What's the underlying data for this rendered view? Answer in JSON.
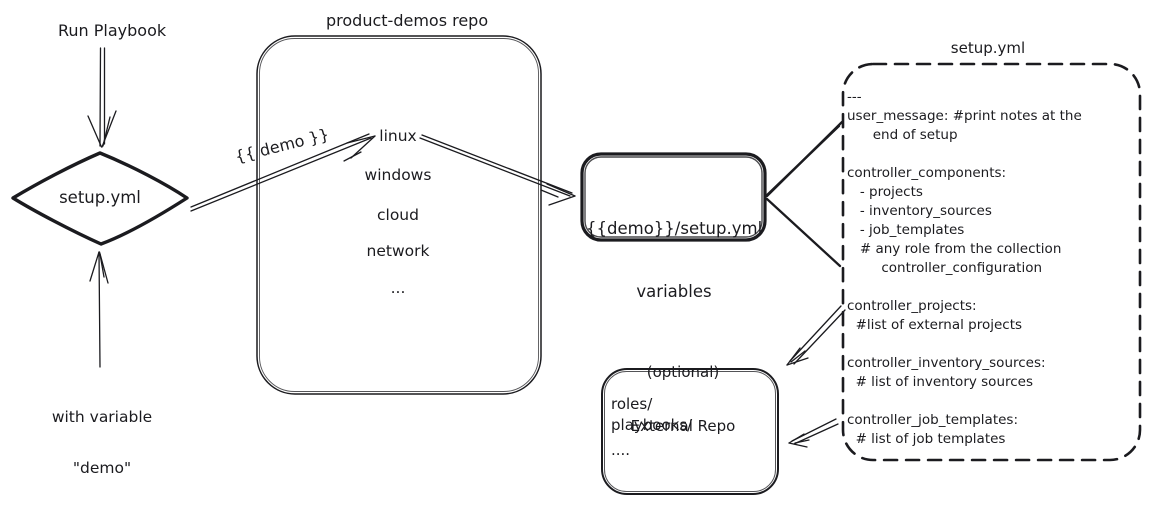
{
  "colors": {
    "ink": "#1b1b1f",
    "background": "#ffffff"
  },
  "left_flow": {
    "run_playbook": "Run Playbook",
    "diamond": "setup.yml",
    "with_variable_line1": "with variable",
    "with_variable_line2": "\"demo\""
  },
  "repo": {
    "title": "product-demos repo",
    "items": [
      "linux",
      "windows",
      "cloud",
      "network",
      "..."
    ]
  },
  "labels": {
    "demo_arrow": "{{ demo }}"
  },
  "variables_box": {
    "line1": "{{demo}}/setup.yml",
    "line2": "variables"
  },
  "external_repo": {
    "title_line1": "(optional)",
    "title_line2": "External Repo",
    "lines": [
      "roles/",
      "playbooks/",
      "...."
    ]
  },
  "setup_file": {
    "title": "setup.yml",
    "lines": [
      "---",
      "user_message: #print notes at the",
      "      end of setup",
      "",
      "controller_components:",
      "   - projects",
      "   - inventory_sources",
      "   - job_templates",
      "   # any role from the collection",
      "        controller_configuration",
      "",
      "controller_projects:",
      "  #list of external projects",
      "",
      "controller_inventory_sources:",
      "  # list of inventory sources",
      "",
      "controller_job_templates:",
      "  # list of job templates"
    ]
  }
}
